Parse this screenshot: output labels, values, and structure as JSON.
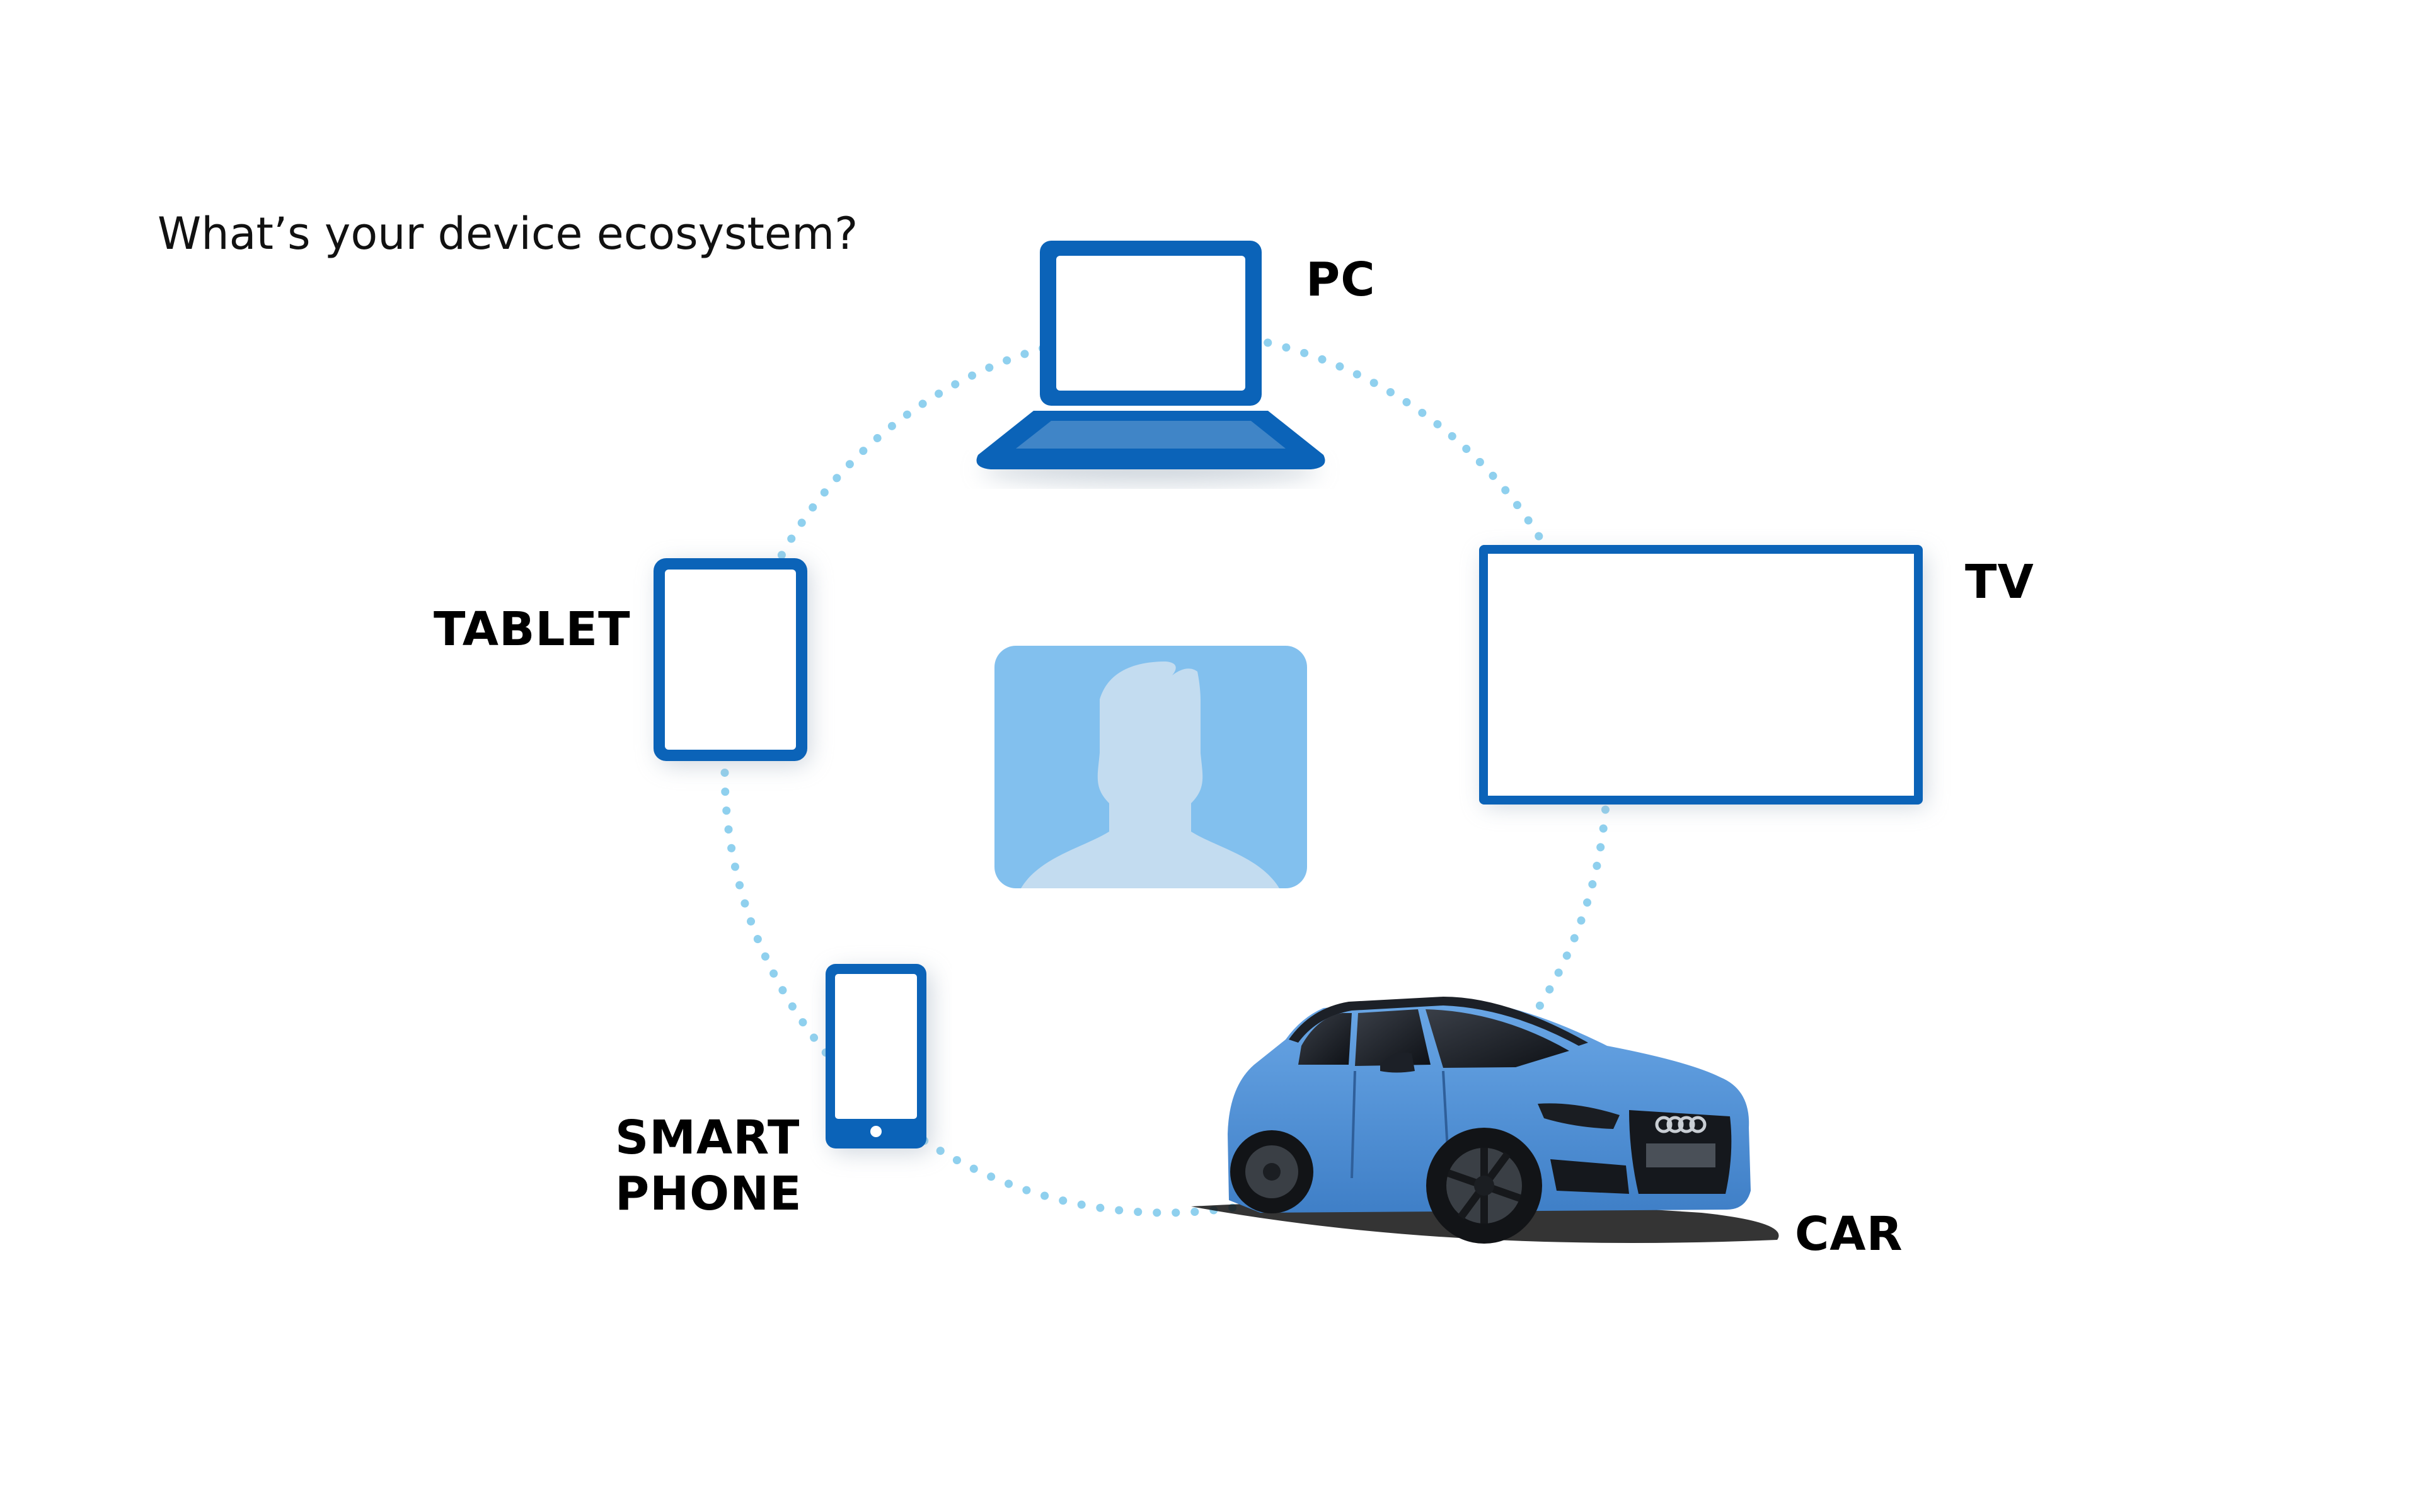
{
  "headline": "What’s your device ecosystem?",
  "labels": {
    "pc": "PC",
    "tv": "TV",
    "tablet": "TABLET",
    "smartphone_line1": "SMART",
    "smartphone_line2": "PHONE",
    "car": "CAR"
  },
  "icons": {
    "center": "user-silhouette-icon",
    "pc": "laptop-icon",
    "tv": "tv-icon",
    "tablet": "tablet-icon",
    "smartphone": "smartphone-icon",
    "car": "car-icon"
  },
  "colors": {
    "device_blue": "#0b63b8",
    "dotted_ring": "#8fd0ee",
    "avatar_bg": "#82c0ee",
    "avatar_silhouette": "#c3dcf0",
    "car_body": "#4d8fd6",
    "label_text": "#000000"
  }
}
